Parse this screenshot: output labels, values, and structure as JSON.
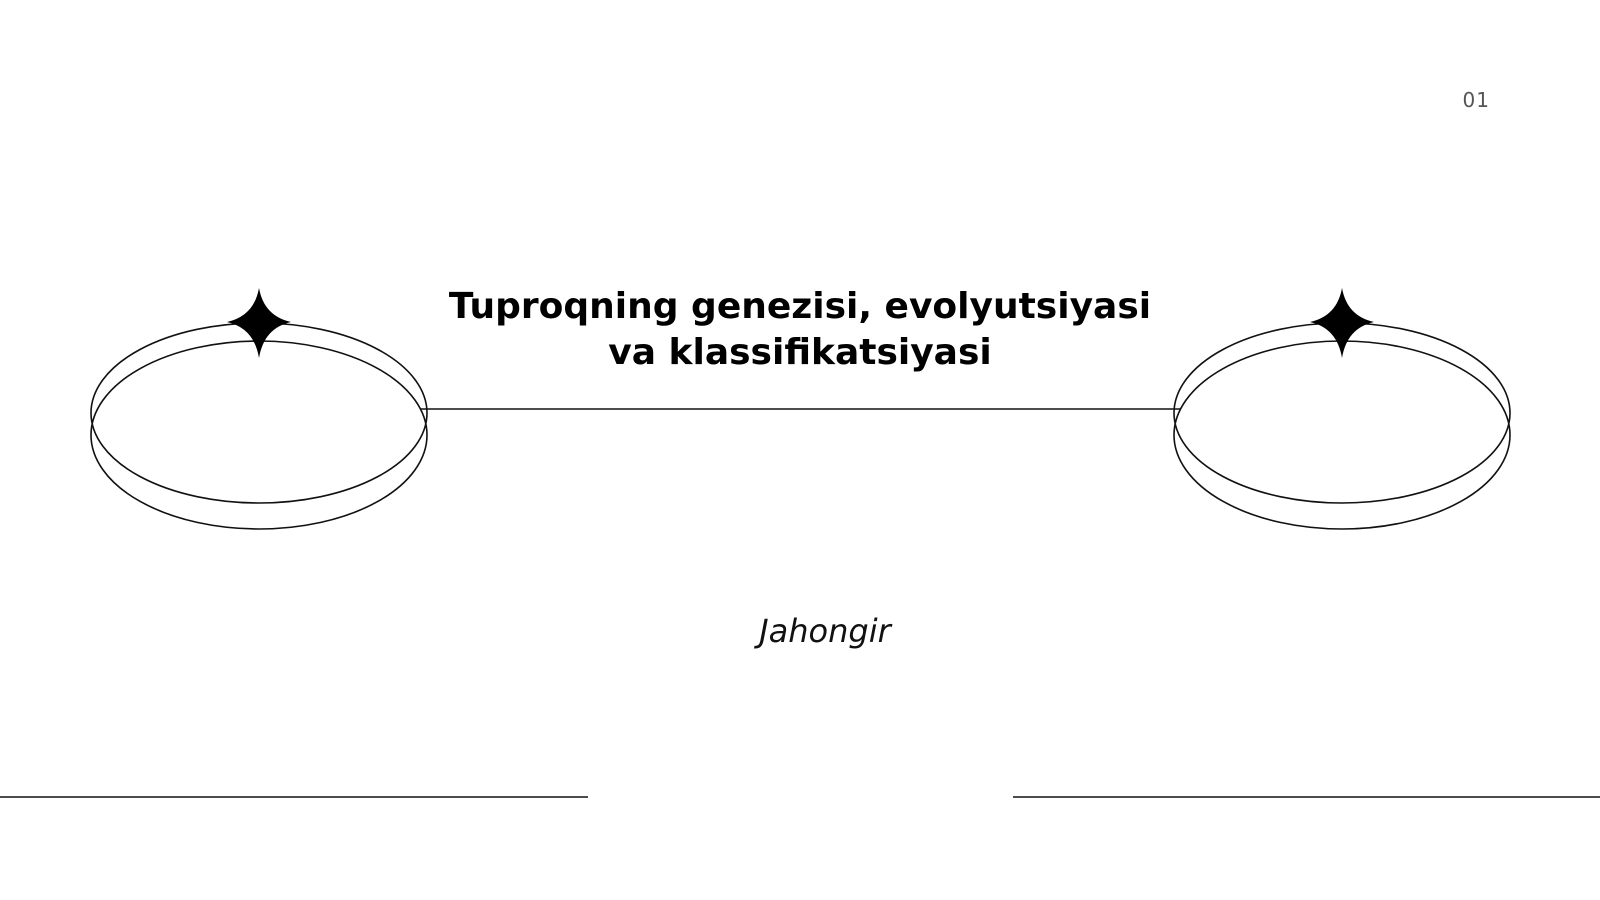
{
  "slide": {
    "page_number": "01",
    "title": "Tuproqning genezisi, evolyutsiyasi va klassifikatsiyasi",
    "author": "Jahongir"
  },
  "colors": {
    "background": "#ffffff",
    "ink": "#000000",
    "page_number": "#555555"
  },
  "icons": {
    "left_ring": "ring-with-star-icon",
    "right_ring": "ring-with-star-icon"
  }
}
